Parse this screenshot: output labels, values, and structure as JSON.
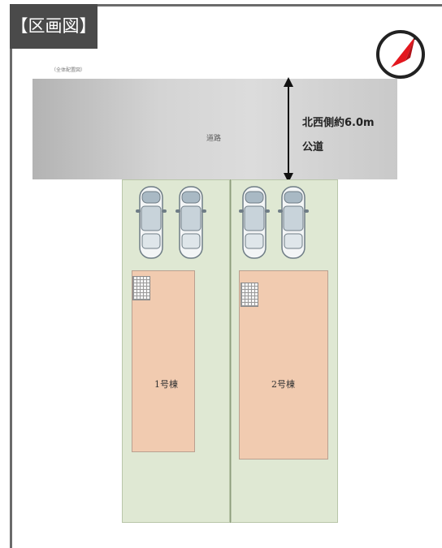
{
  "title": "【区画図】",
  "note": "（全体配置図）",
  "road": {
    "label": "道路",
    "info_line1": "北西側約6.0m",
    "info_line2": "公道"
  },
  "lots": [
    {
      "label": "1号棟"
    },
    {
      "label": "2号棟"
    }
  ],
  "colors": {
    "road": "#cfcfcf",
    "lot": "#dfe8d3",
    "house": "#f1cbb0",
    "compass_needle": "#e3171e"
  },
  "icons": [
    "compass-icon",
    "car-icon",
    "double-arrow-icon"
  ]
}
